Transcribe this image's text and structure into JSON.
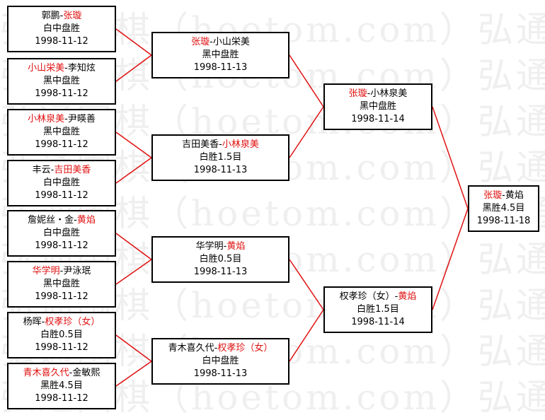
{
  "watermark": {
    "rows": [
      "弘通围棋（hoetom.com）弘通",
      "弘通围棋（hoetom.com）弘通",
      "弘通围棋（hoetom.com）弘通",
      "弘通围棋（hoetom.com）弘通",
      "弘通围棋（hoetom.com）弘通",
      "弘通围棋（hoetom.com）弘通",
      "弘通围棋（hoetom.com）弘通",
      "弘通围棋（hoetom.com）弘通",
      "弘通围棋（hoetom.com）弘通"
    ]
  },
  "colors": {
    "winner": "#e01010",
    "connector": "#e01010",
    "border": "#000000"
  },
  "bracket": {
    "round1": [
      {
        "left": "郭鹏",
        "right": "张璇",
        "winner": "right",
        "result": "白中盘胜",
        "date": "1998-11-12"
      },
      {
        "left": "小山栄美",
        "right": "李知炫",
        "winner": "left",
        "result": "黑中盘胜",
        "date": "1998-11-12"
      },
      {
        "left": "小林泉美",
        "right": "尹暎善",
        "winner": "left",
        "result": "黑中盘胜",
        "date": "1998-11-12"
      },
      {
        "left": "丰云",
        "right": "吉田美香",
        "winner": "right",
        "result": "白中盘胜",
        "date": "1998-11-12"
      },
      {
        "left": "詹妮丝・金",
        "right": "黄焰",
        "winner": "right",
        "result": "白中盘胜",
        "date": "1998-11-12"
      },
      {
        "left": "华学明",
        "right": "尹泳珉",
        "winner": "left",
        "result": "黑中盘胜",
        "date": "1998-11-12"
      },
      {
        "left": "杨晖",
        "right": "权孝珍（女）",
        "winner": "right",
        "result": "白胜0.5目",
        "date": "1998-11-12"
      },
      {
        "left": "青木喜久代",
        "right": "金敏熙",
        "winner": "left",
        "result": "黑胜4.5目",
        "date": "1998-11-12"
      }
    ],
    "round2": [
      {
        "left": "张璇",
        "right": "小山栄美",
        "winner": "left",
        "result": "黑中盘胜",
        "date": "1998-11-13"
      },
      {
        "left": "吉田美香",
        "right": "小林泉美",
        "winner": "right",
        "result": "白胜1.5目",
        "date": "1998-11-13"
      },
      {
        "left": "华学明",
        "right": "黄焰",
        "winner": "right",
        "result": "白胜0.5目",
        "date": "1998-11-13"
      },
      {
        "left": "青木喜久代",
        "right": "权孝珍（女）",
        "winner": "right",
        "result": "白中盘胜",
        "date": "1998-11-13"
      }
    ],
    "round3": [
      {
        "left": "张璇",
        "right": "小林泉美",
        "winner": "left",
        "result": "黑中盘胜",
        "date": "1998-11-14"
      },
      {
        "left": "权孝珍（女）",
        "right": "黄焰",
        "winner": "right",
        "result": "白胜1.5目",
        "date": "1998-11-14"
      }
    ],
    "final": [
      {
        "left": "张璇",
        "right": "黄焰",
        "winner": "left",
        "result": "黑胜4.5目",
        "date": "1998-11-18"
      }
    ]
  }
}
